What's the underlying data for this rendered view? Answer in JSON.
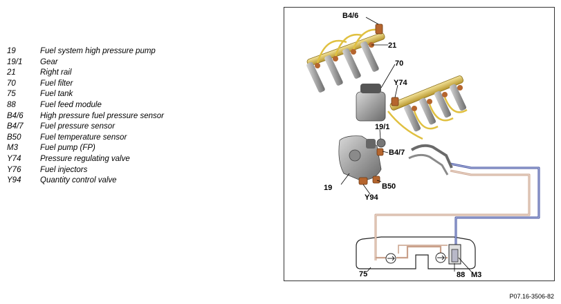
{
  "legend": [
    {
      "code": "19",
      "label": "Fuel system high pressure pump"
    },
    {
      "code": "19/1",
      "label": "Gear"
    },
    {
      "code": "21",
      "label": "Right rail"
    },
    {
      "code": "70",
      "label": "Fuel filter"
    },
    {
      "code": "75",
      "label": "Fuel tank"
    },
    {
      "code": "88",
      "label": "Fuel feed module"
    },
    {
      "code": "B4/6",
      "label": "High pressure fuel pressure sensor"
    },
    {
      "code": "B4/7",
      "label": "Fuel pressure sensor"
    },
    {
      "code": "B50",
      "label": "Fuel temperature sensor"
    },
    {
      "code": "M3",
      "label": "Fuel pump (FP)"
    },
    {
      "code": "Y74",
      "label": "Pressure regulating valve"
    },
    {
      "code": "Y76",
      "label": "Fuel injectors"
    },
    {
      "code": "Y94",
      "label": "Quantity control valve"
    }
  ],
  "callouts": {
    "b4_6": "B4/6",
    "c21": "21",
    "c70": "70",
    "y74": "Y74",
    "c19_1": "19/1",
    "b4_7": "B4/7",
    "c19": "19",
    "b50": "B50",
    "y94": "Y94",
    "c75": "75",
    "c88": "88",
    "m3": "M3"
  },
  "figure_ref": "P07.16-3506-82",
  "colors": {
    "feed_line": "#3a4a9c",
    "return_line": "#c9a08a",
    "high_pressure": "#e0c040"
  }
}
